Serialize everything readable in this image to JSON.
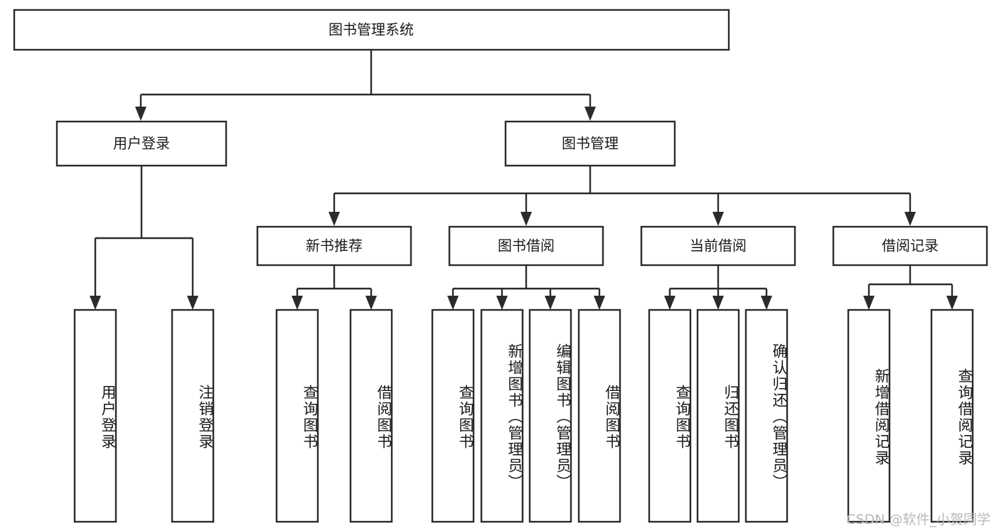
{
  "diagram": {
    "type": "tree",
    "title": "图书管理系统",
    "orientation": "top-down",
    "colors": {
      "box_stroke": "#2b2b2b",
      "box_fill": "#ffffff",
      "connector": "#2b2b2b",
      "text": "#1a1a1a",
      "background": "#ffffff",
      "watermark": "#b9b9b9"
    },
    "root": {
      "label": "图书管理系统"
    },
    "level2": [
      {
        "label": "用户登录"
      },
      {
        "label": "图书管理"
      }
    ],
    "level3": [
      {
        "label": "新书推荐"
      },
      {
        "label": "图书借阅"
      },
      {
        "label": "当前借阅"
      },
      {
        "label": "借阅记录"
      }
    ],
    "leaves": {
      "user_login": [
        {
          "label": "用户登录"
        },
        {
          "label": "注销登录"
        }
      ],
      "new_book_recommend": [
        {
          "label": "查询图书"
        },
        {
          "label": "借阅图书"
        }
      ],
      "book_borrow": [
        {
          "label": "查询图书"
        },
        {
          "label": "新增图书（管理员）"
        },
        {
          "label": "编辑图书（管理员）"
        },
        {
          "label": "借阅图书"
        }
      ],
      "current_borrow": [
        {
          "label": "查询图书"
        },
        {
          "label": "归还图书"
        },
        {
          "label": "确认归还（管理员）"
        }
      ],
      "borrow_record": [
        {
          "label": "新增借阅记录"
        },
        {
          "label": "查询借阅记录"
        }
      ]
    }
  },
  "watermark": {
    "text": "CSDN @软件_小贺同学"
  }
}
